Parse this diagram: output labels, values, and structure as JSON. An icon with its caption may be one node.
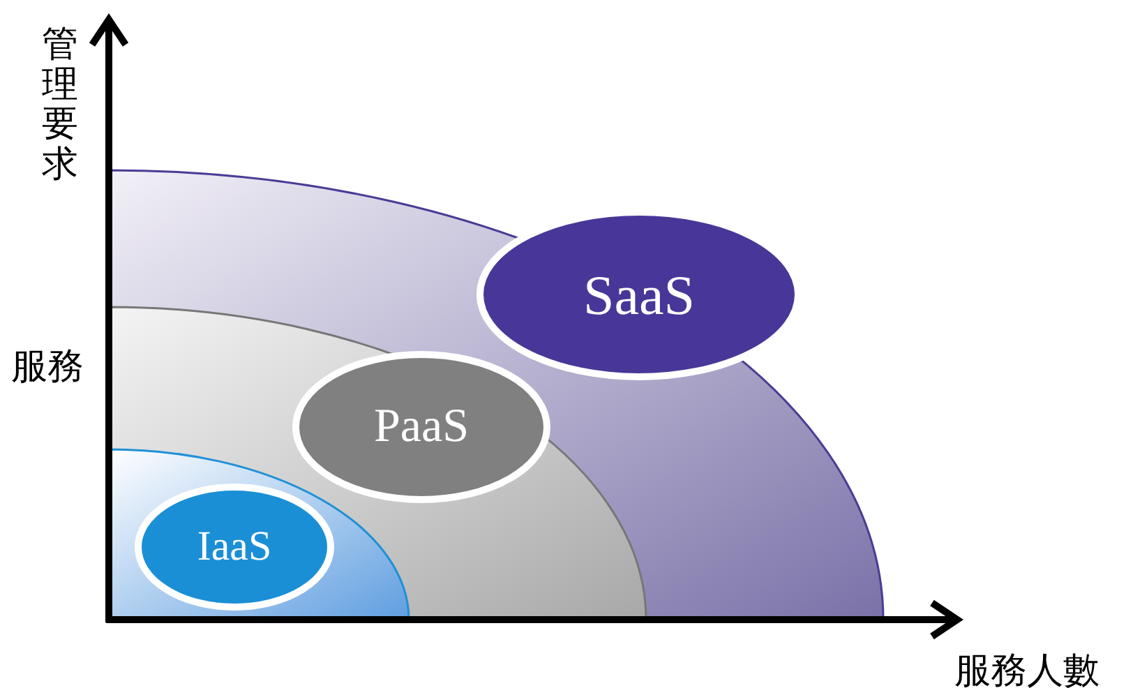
{
  "diagram": {
    "nodes": [
      {
        "text": [
          "SaaS"
        ]
      },
      {
        "text": [
          "PaaS"
        ]
      },
      {
        "text": [
          "IaaS"
        ]
      }
    ],
    "labels": [
      "管理要求",
      "服務",
      "服務人數"
    ]
  }
}
